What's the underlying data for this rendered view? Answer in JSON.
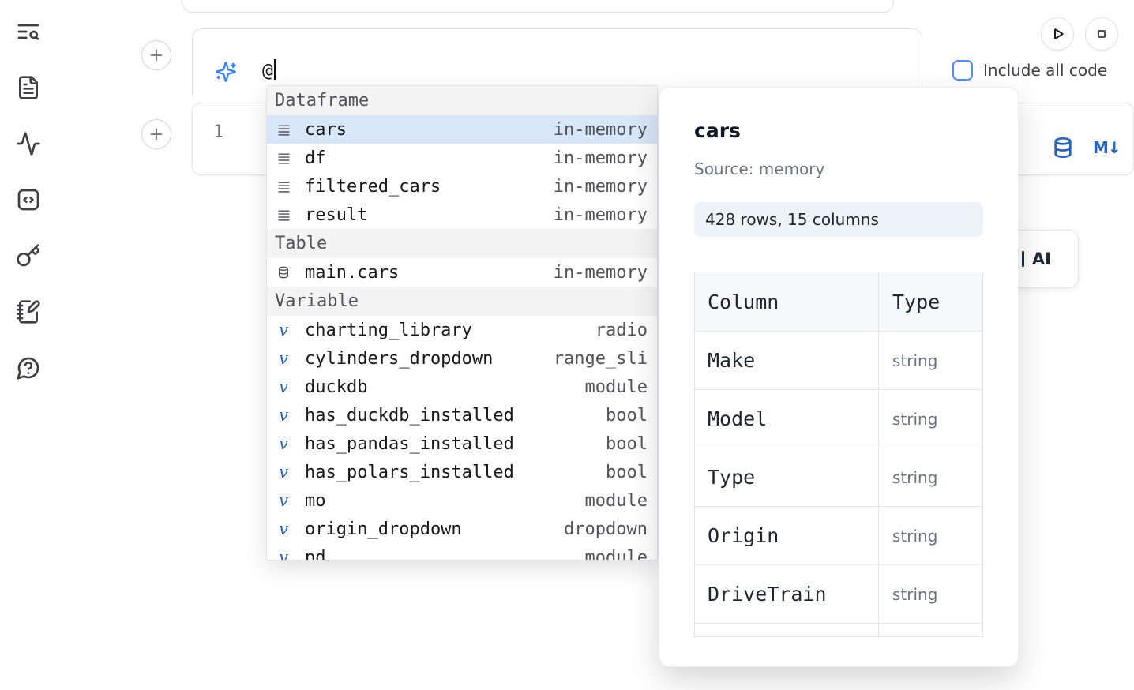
{
  "colors": {
    "accent_blue": "#2563c4",
    "selected_row_bg": "#d8e7f8",
    "checkbox_border": "#4f8ef7",
    "section_header_bg": "#f4f4f5"
  },
  "sidebar": {
    "icons": [
      {
        "name": "search-list-icon"
      },
      {
        "name": "document-icon"
      },
      {
        "name": "activity-icon"
      },
      {
        "name": "snippets-icon"
      },
      {
        "name": "key-icon"
      },
      {
        "name": "notebook-pen-icon"
      },
      {
        "name": "help-chat-icon"
      }
    ]
  },
  "top_bar": {
    "include_all_code_label": "Include all code",
    "include_all_code_checked": false,
    "run_icon": "play-icon",
    "stop_icon": "stop-icon"
  },
  "ai_cell": {
    "icon": "sparkles-icon",
    "prompt_value": "@"
  },
  "code_cell": {
    "line_number": "1",
    "database_icon": "database-icon",
    "markdown_badge": "M↓"
  },
  "completion_dropdown": {
    "sections": [
      {
        "header": "Dataframe",
        "items": [
          {
            "icon": "dataframe-icon",
            "label": "cars",
            "detail": "in-memory",
            "selected": true
          },
          {
            "icon": "dataframe-icon",
            "label": "df",
            "detail": "in-memory",
            "selected": false
          },
          {
            "icon": "dataframe-icon",
            "label": "filtered_cars",
            "detail": "in-memory",
            "selected": false
          },
          {
            "icon": "dataframe-icon",
            "label": "result",
            "detail": "in-memory",
            "selected": false
          }
        ]
      },
      {
        "header": "Table",
        "items": [
          {
            "icon": "database-icon",
            "label": "main.cars",
            "detail": "in-memory",
            "selected": false
          }
        ]
      },
      {
        "header": "Variable",
        "items": [
          {
            "icon": "variable-icon",
            "label": "charting_library",
            "detail": "radio",
            "selected": false
          },
          {
            "icon": "variable-icon",
            "label": "cylinders_dropdown",
            "detail": "range_sli",
            "selected": false
          },
          {
            "icon": "variable-icon",
            "label": "duckdb",
            "detail": "module",
            "selected": false
          },
          {
            "icon": "variable-icon",
            "label": "has_duckdb_installed",
            "detail": "bool",
            "selected": false
          },
          {
            "icon": "variable-icon",
            "label": "has_pandas_installed",
            "detail": "bool",
            "selected": false
          },
          {
            "icon": "variable-icon",
            "label": "has_polars_installed",
            "detail": "bool",
            "selected": false
          },
          {
            "icon": "variable-icon",
            "label": "mo",
            "detail": "module",
            "selected": false
          },
          {
            "icon": "variable-icon",
            "label": "origin_dropdown",
            "detail": "dropdown",
            "selected": false
          },
          {
            "icon": "variable-icon",
            "label": "pd",
            "detail": "module",
            "selected": false
          }
        ]
      }
    ]
  },
  "detail_panel": {
    "title": "cars",
    "source_label": "Source: memory",
    "shape_badge": "428 rows, 15 columns",
    "table": {
      "headers": [
        "Column",
        "Type"
      ],
      "rows": [
        {
          "column": "Make",
          "type": "string"
        },
        {
          "column": "Model",
          "type": "string"
        },
        {
          "column": "Type",
          "type": "string"
        },
        {
          "column": "Origin",
          "type": "string"
        },
        {
          "column": "DriveTrain",
          "type": "string"
        }
      ]
    }
  },
  "partial_ai_button": {
    "label": "AI"
  }
}
